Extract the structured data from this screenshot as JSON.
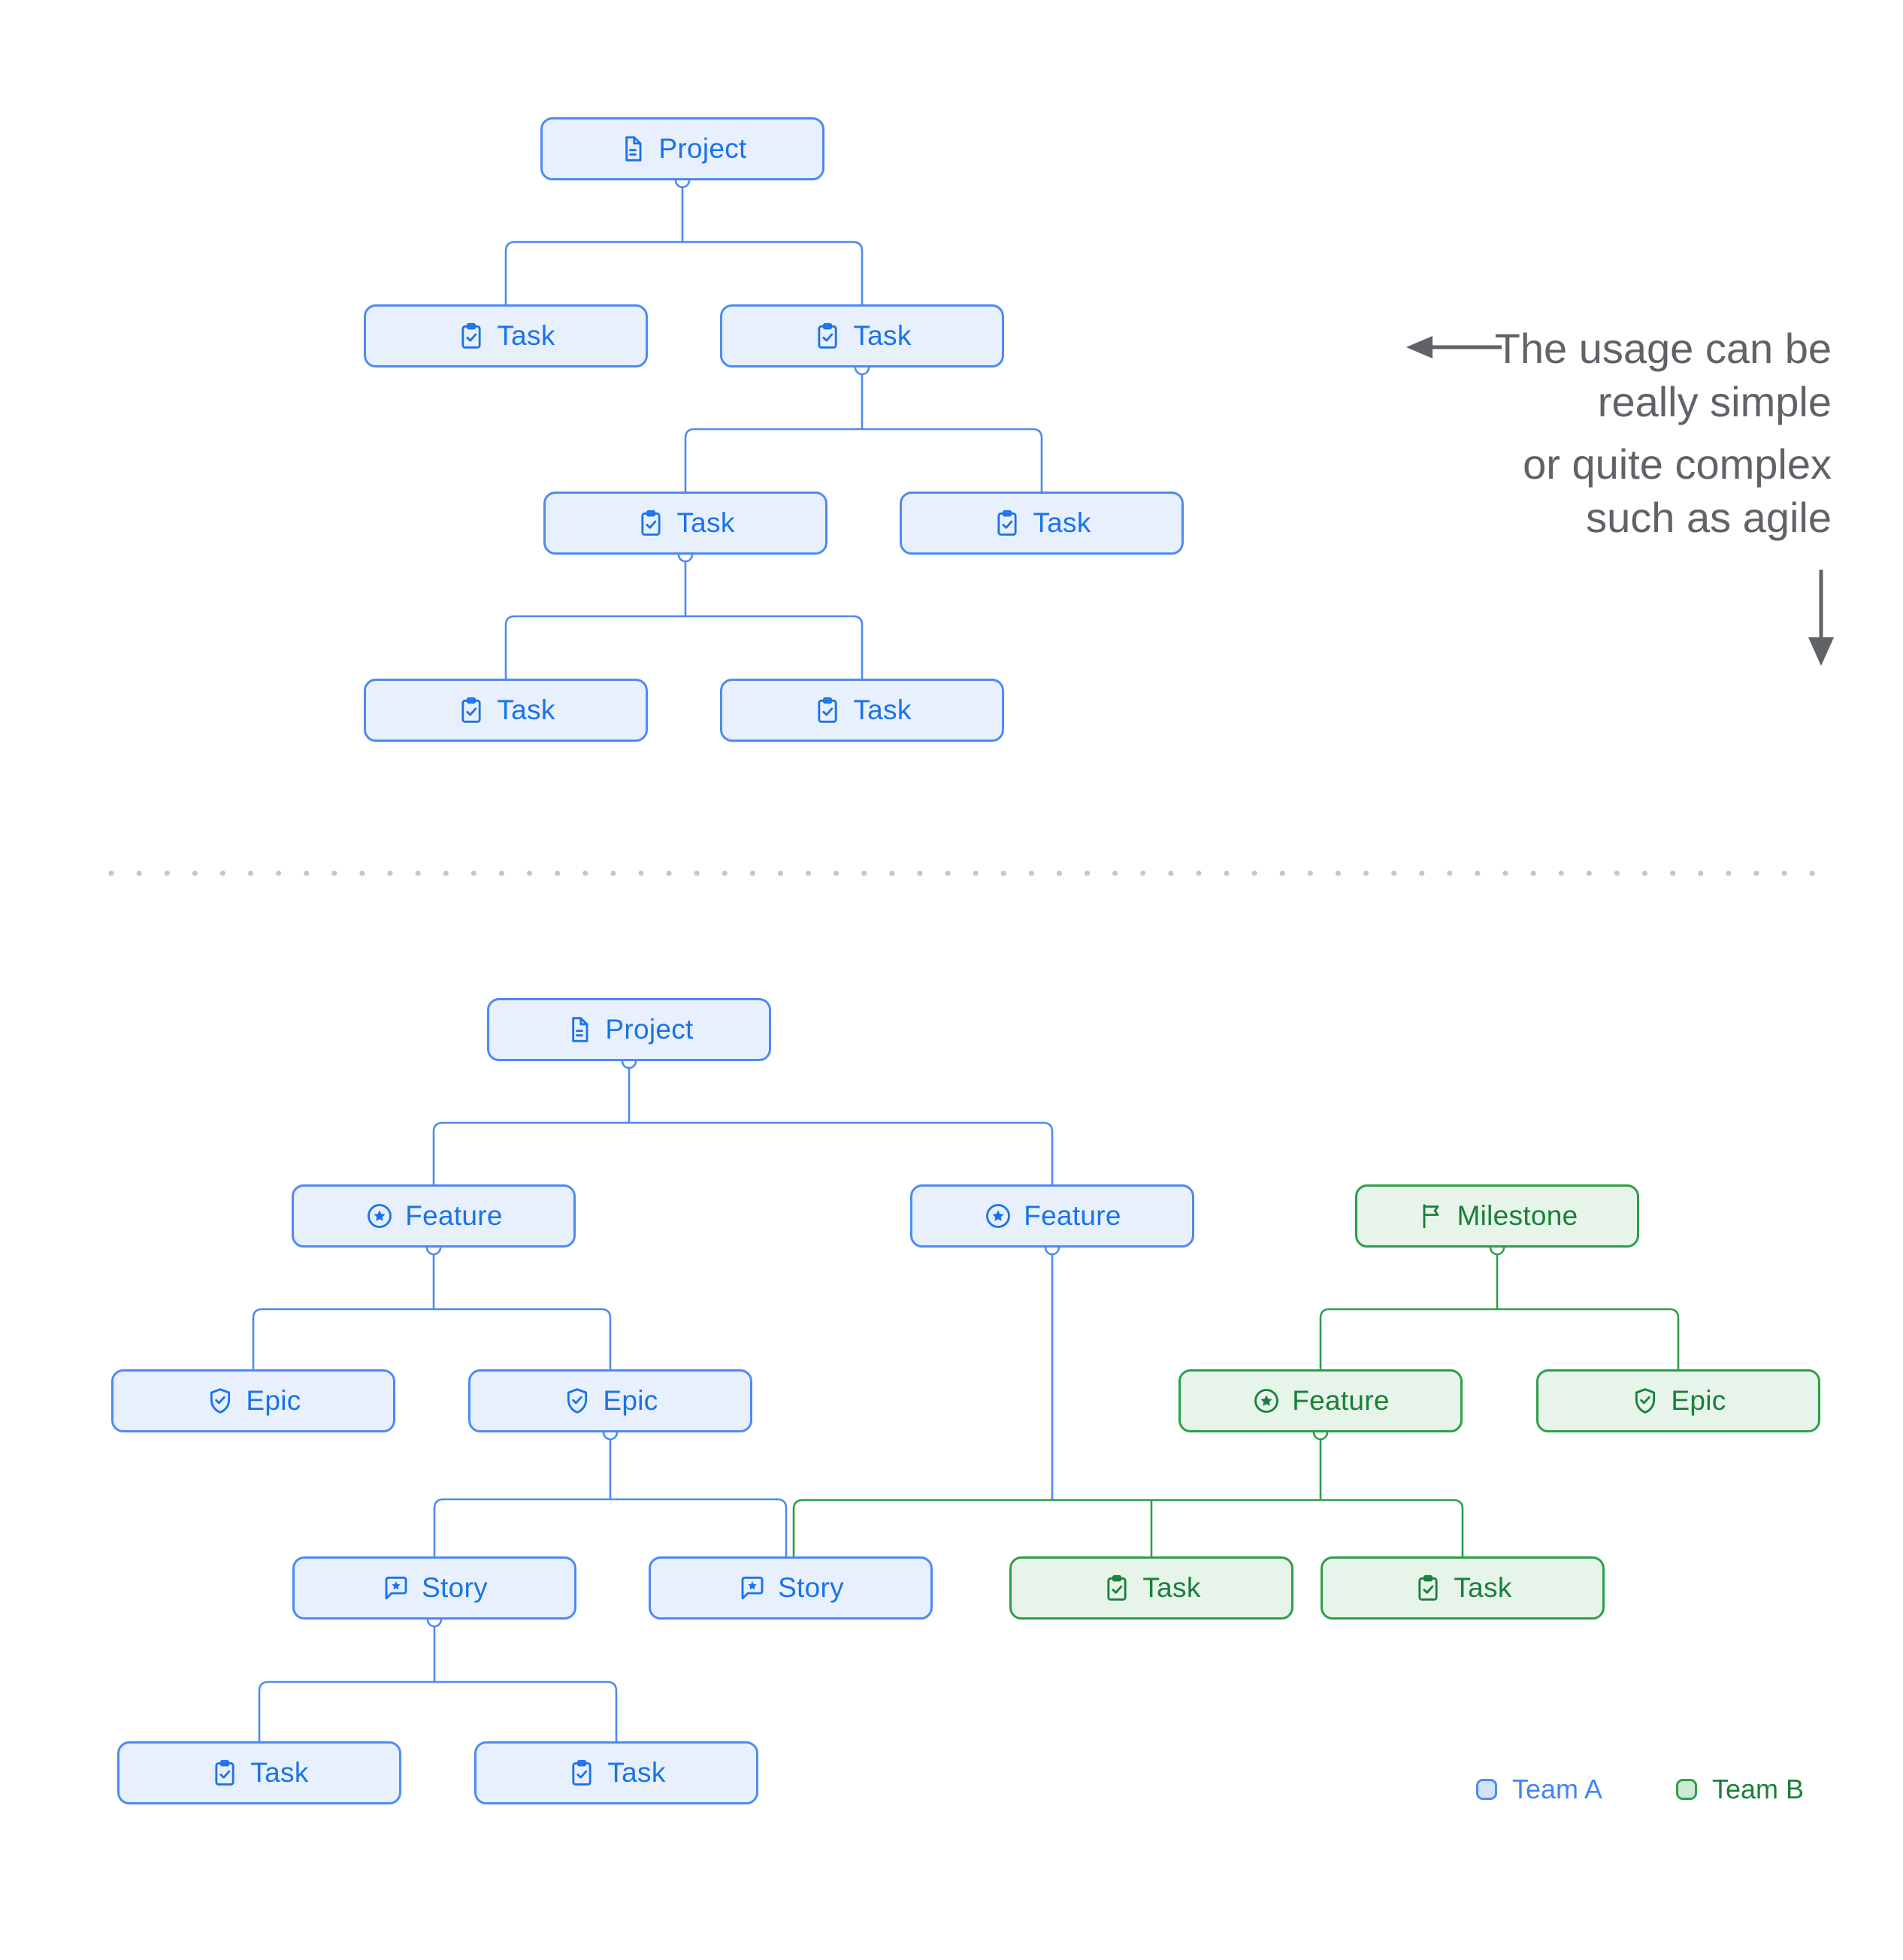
{
  "colors": {
    "team_a_border": "#4d8af4",
    "team_a_fill": "#e8f0fe",
    "team_a_text": "#1a73e8",
    "team_b_border": "#2e9e4b",
    "team_b_fill": "#e6f4ea",
    "team_b_text": "#188038",
    "annotation_text": "#5f6368",
    "divider": "#c3c7cc",
    "legend_a_text": "#4285f4",
    "legend_b_text": "#188038"
  },
  "simple_tree": {
    "nodes": [
      {
        "label": "Project",
        "icon": "document-icon",
        "team": "A"
      },
      {
        "label": "Task",
        "icon": "task-icon",
        "team": "A"
      },
      {
        "label": "Task",
        "icon": "task-icon",
        "team": "A"
      },
      {
        "label": "Task",
        "icon": "task-icon",
        "team": "A"
      },
      {
        "label": "Task",
        "icon": "task-icon",
        "team": "A"
      },
      {
        "label": "Task",
        "icon": "task-icon",
        "team": "A"
      },
      {
        "label": "Task",
        "icon": "task-icon",
        "team": "A"
      }
    ]
  },
  "annotation": {
    "para1_line1": "The usage can be",
    "para1_line2": "really simple",
    "para2_line1": "or quite complex",
    "para2_line2": "such as agile"
  },
  "complex_tree": {
    "nodes": [
      {
        "label": "Project",
        "icon": "document-icon",
        "team": "A"
      },
      {
        "label": "Feature",
        "icon": "feature-icon",
        "team": "A"
      },
      {
        "label": "Feature",
        "icon": "feature-icon",
        "team": "A"
      },
      {
        "label": "Milestone",
        "icon": "flag-icon",
        "team": "B"
      },
      {
        "label": "Epic",
        "icon": "epic-icon",
        "team": "A"
      },
      {
        "label": "Epic",
        "icon": "epic-icon",
        "team": "A"
      },
      {
        "label": "Feature",
        "icon": "feature-icon",
        "team": "B"
      },
      {
        "label": "Epic",
        "icon": "epic-icon",
        "team": "B"
      },
      {
        "label": "Story",
        "icon": "story-icon",
        "team": "A"
      },
      {
        "label": "Story",
        "icon": "story-icon",
        "team": "A"
      },
      {
        "label": "Task",
        "icon": "task-icon",
        "team": "B"
      },
      {
        "label": "Task",
        "icon": "task-icon",
        "team": "B"
      },
      {
        "label": "Task",
        "icon": "task-icon",
        "team": "A"
      },
      {
        "label": "Task",
        "icon": "task-icon",
        "team": "A"
      }
    ]
  },
  "legend": {
    "team_a_label": "Team A",
    "team_b_label": "Team B"
  }
}
